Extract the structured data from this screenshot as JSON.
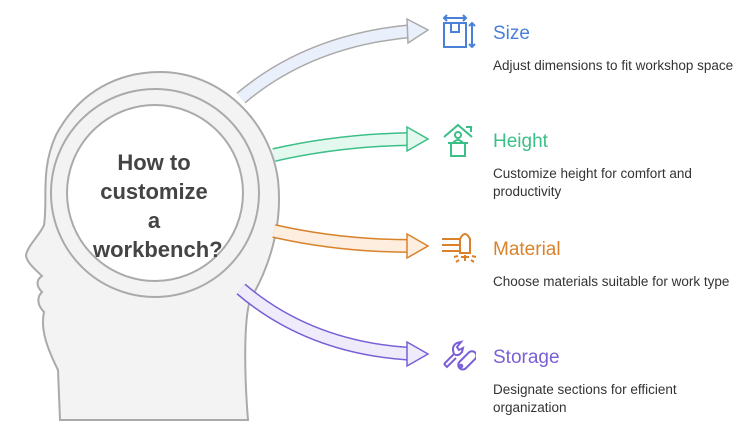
{
  "center": {
    "question": "How to customize a workbench?"
  },
  "items": [
    {
      "title": "Size",
      "description": "Adjust dimensions to fit workshop space",
      "icon": "resize-box-icon",
      "color": "#4a80d8",
      "fill": "#eaf0fb"
    },
    {
      "title": "Height",
      "description": "Customize height for comfort and productivity",
      "icon": "house-person-icon",
      "color": "#3cbf86",
      "fill": "#e3f8ee"
    },
    {
      "title": "Material",
      "description": "Choose materials suitable for work type",
      "icon": "material-tool-icon",
      "color": "#d9822b",
      "fill": "#fdeee0"
    },
    {
      "title": "Storage",
      "description": "Designate sections for efficient organization",
      "icon": "wrench-tool-icon",
      "color": "#7a5fd6",
      "fill": "#efebfb"
    }
  ]
}
